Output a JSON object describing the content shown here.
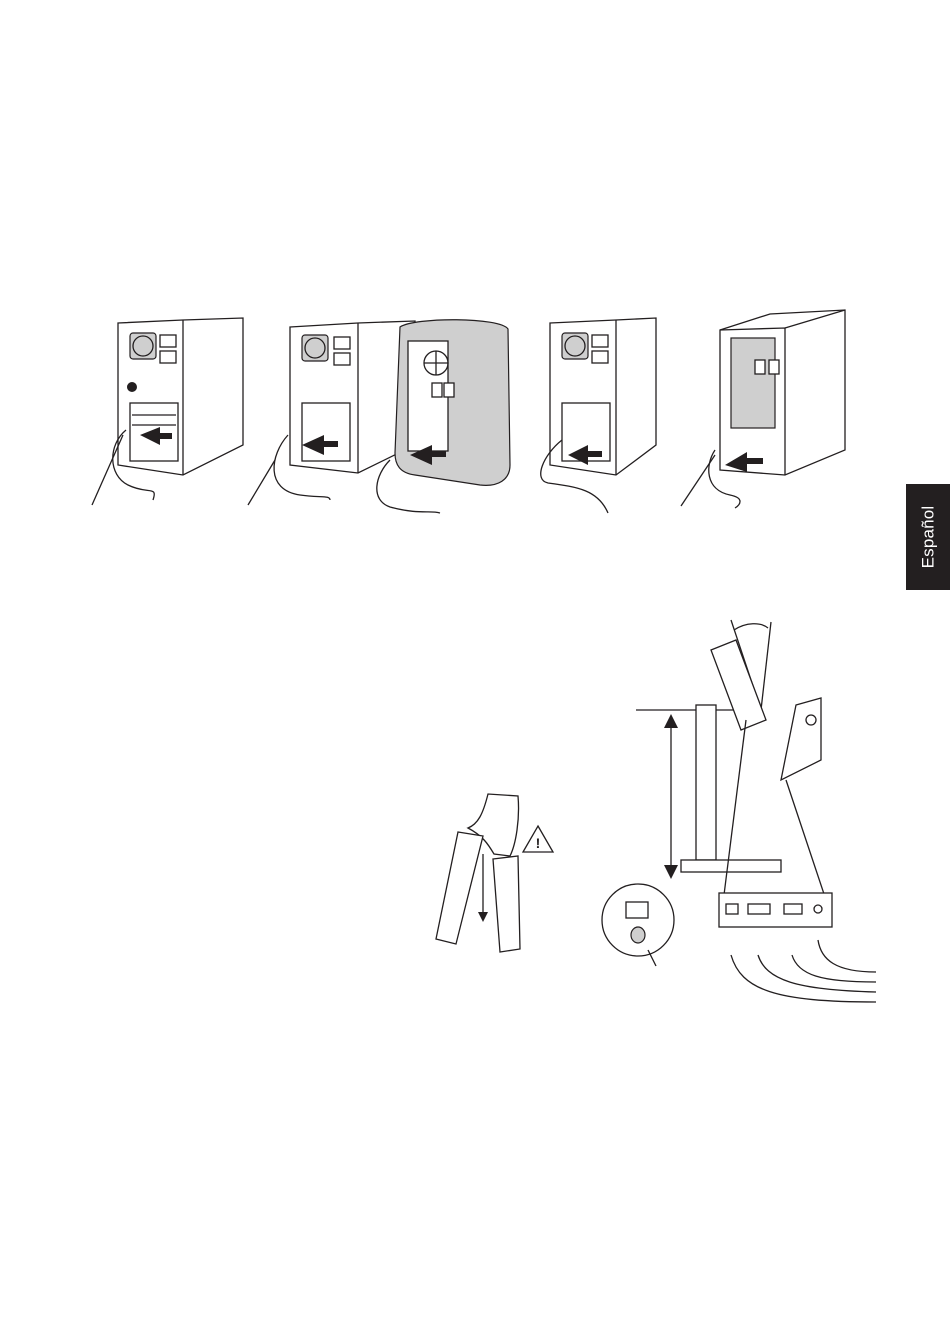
{
  "language_tab": {
    "label": "Español"
  },
  "figures": [
    {
      "name": "pc-tower-connection-1"
    },
    {
      "name": "pc-tower-connection-2-mac"
    },
    {
      "name": "pc-tower-connection-3"
    },
    {
      "name": "mac-tower-connection-4"
    },
    {
      "name": "monitor-stand-lock-warning"
    },
    {
      "name": "monitor-side-view-connectors"
    }
  ],
  "colors": {
    "line": "#231f20",
    "fill_gray": "#cfcfcf",
    "tab_bg": "#231f20",
    "tab_text": "#ffffff"
  }
}
